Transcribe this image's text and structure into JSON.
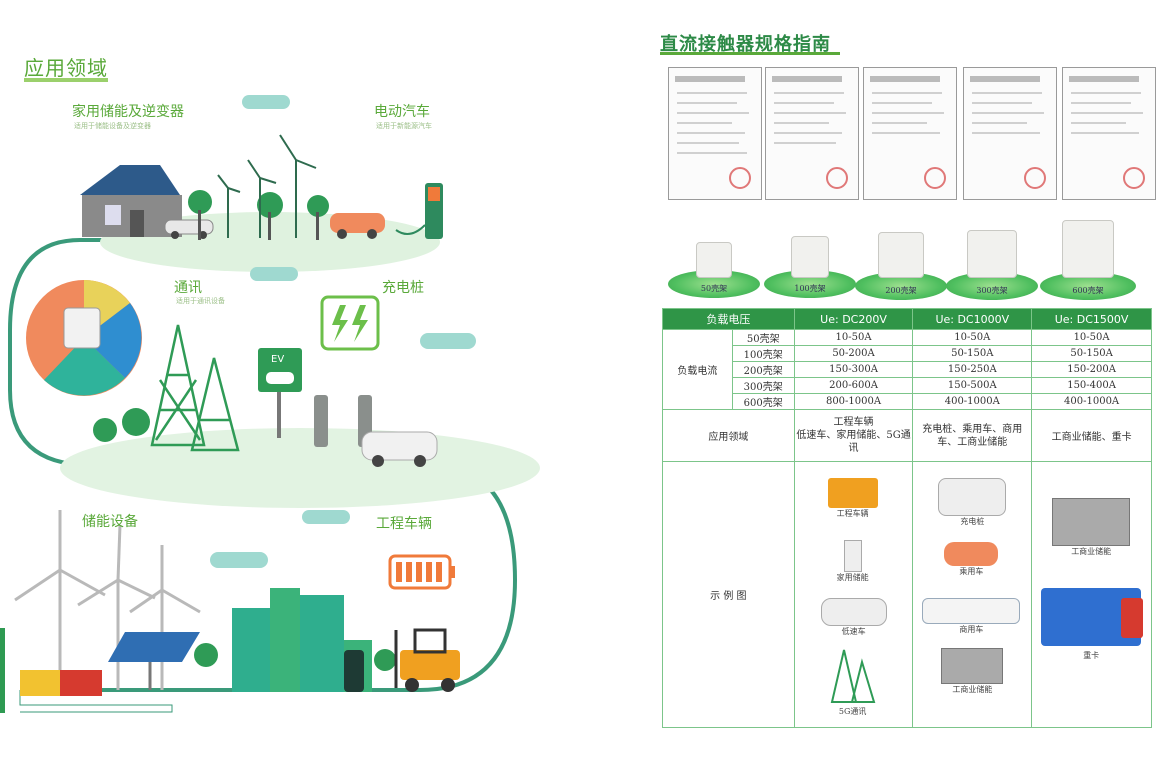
{
  "left": {
    "title": "应用领域",
    "home_storage": {
      "label": "家用储能及逆变器",
      "sub": "适用于储能设备及逆变器"
    },
    "ev": {
      "label": "电动汽车",
      "sub": "适用于新能源汽车"
    },
    "telecom": {
      "label": "通讯",
      "sub": "适用于通讯设备"
    },
    "charging": {
      "label": "充电桩"
    },
    "ev_sign": "EV",
    "energy_storage": {
      "label": "储能设备"
    },
    "eng_vehicle": {
      "label": "工程车辆"
    }
  },
  "right": {
    "title": "直流接触器规格指南",
    "products": [
      "50壳架",
      "100壳架",
      "200壳架",
      "300壳架",
      "600壳架"
    ],
    "table": {
      "header": [
        "负载电压",
        "Ue: DC200V",
        "Ue: DC1000V",
        "Ue: DC1500V"
      ],
      "current_label": "负载电流",
      "rows": [
        [
          "50壳架",
          "10-50A",
          "10-50A",
          "10-50A"
        ],
        [
          "100壳架",
          "50-200A",
          "50-150A",
          "50-150A"
        ],
        [
          "200壳架",
          "150-300A",
          "150-250A",
          "150-200A"
        ],
        [
          "300壳架",
          "200-600A",
          "150-500A",
          "150-400A"
        ],
        [
          "600壳架",
          "800-1000A",
          "400-1000A",
          "400-1000A"
        ]
      ],
      "app_label": "应用领域",
      "app_values": [
        "工程车辆\n低速车、家用储能、5G通讯",
        "充电桩、乘用车、商用车、工商业储能",
        "工商业储能、重卡"
      ],
      "example_label": "示 例 图",
      "examples_col1": [
        "工程车辆",
        "家用储能",
        "低速车",
        "5G通讯"
      ],
      "examples_col2": [
        "充电桩",
        "乘用车",
        "商用车",
        "工商业储能"
      ],
      "examples_col3": [
        "工商业储能",
        "重卡"
      ]
    }
  }
}
